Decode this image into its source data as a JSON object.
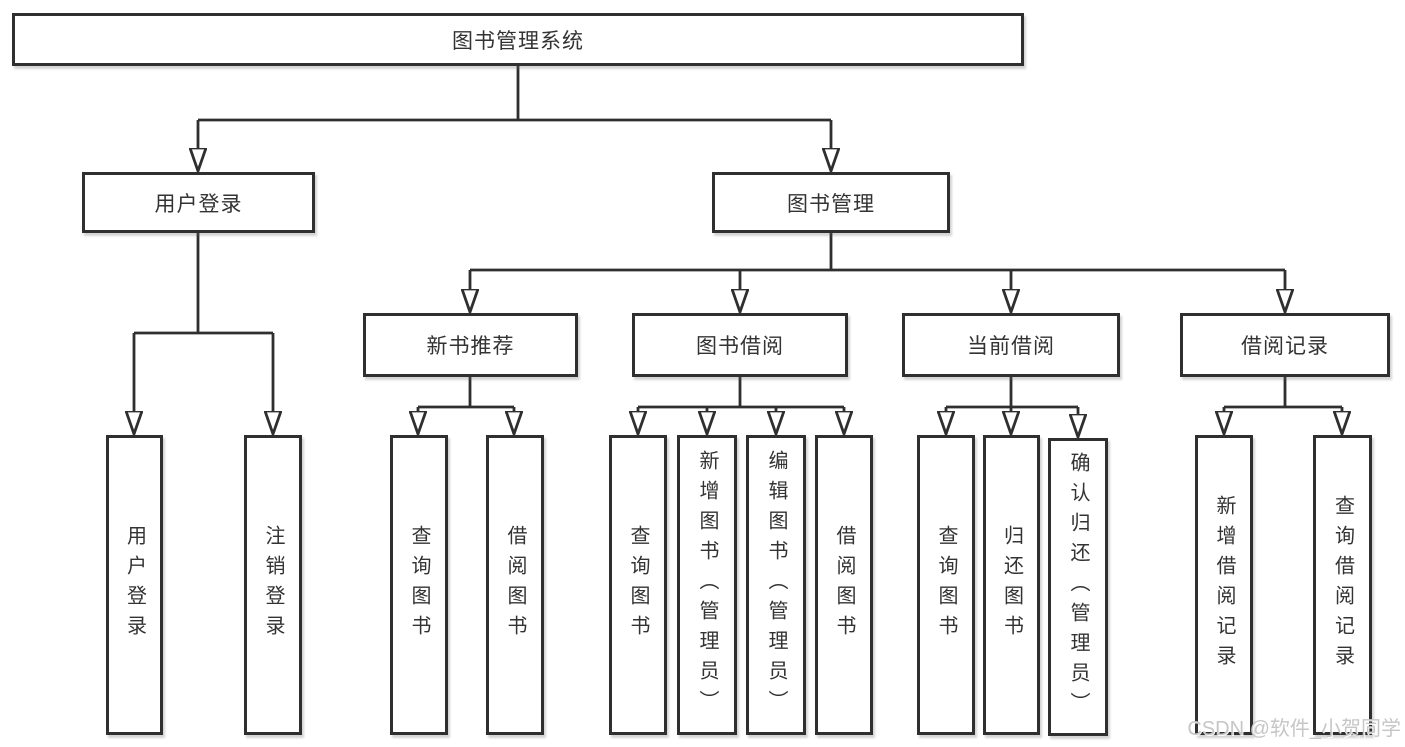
{
  "diagram": {
    "kind": "functional-hierarchy-tree",
    "title": "图书管理系统",
    "line_color": "#2f2f2f",
    "text_color": "#333333",
    "background": "#ffffff",
    "nodes": {
      "root": {
        "label": "图书管理系统",
        "level": 0,
        "parent": null
      },
      "user_login": {
        "label": "用户登录",
        "level": 1,
        "parent": "root"
      },
      "book_mgmt": {
        "label": "图书管理",
        "level": 1,
        "parent": "root"
      },
      "ul_login": {
        "label": "用户登录",
        "level": 2,
        "parent": "user_login"
      },
      "ul_logout": {
        "label": "注销登录",
        "level": 2,
        "parent": "user_login"
      },
      "new_book_rec": {
        "label": "新书推荐",
        "level": 2,
        "parent": "book_mgmt"
      },
      "book_borrow": {
        "label": "图书借阅",
        "level": 2,
        "parent": "book_mgmt"
      },
      "current_borrow": {
        "label": "当前借阅",
        "level": 2,
        "parent": "book_mgmt"
      },
      "borrow_record": {
        "label": "借阅记录",
        "level": 2,
        "parent": "book_mgmt"
      },
      "nb_query": {
        "label": "查询图书",
        "level": 3,
        "parent": "new_book_rec"
      },
      "nb_borrow": {
        "label": "借阅图书",
        "level": 3,
        "parent": "new_book_rec"
      },
      "bb_query": {
        "label": "查询图书",
        "level": 3,
        "parent": "book_borrow"
      },
      "bb_add": {
        "label": "新增图书（管理员）",
        "level": 3,
        "parent": "book_borrow"
      },
      "bb_edit": {
        "label": "编辑图书（管理员）",
        "level": 3,
        "parent": "book_borrow"
      },
      "bb_borrow": {
        "label": "借阅图书",
        "level": 3,
        "parent": "book_borrow"
      },
      "cb_query": {
        "label": "查询图书",
        "level": 3,
        "parent": "current_borrow"
      },
      "cb_return": {
        "label": "归还图书",
        "level": 3,
        "parent": "current_borrow"
      },
      "cb_confirm": {
        "label": "确认归还（管理员）",
        "level": 3,
        "parent": "current_borrow"
      },
      "br_add": {
        "label": "新增借阅记录",
        "level": 3,
        "parent": "borrow_record"
      },
      "br_query": {
        "label": "查询借阅记录",
        "level": 3,
        "parent": "borrow_record"
      }
    }
  },
  "watermark": {
    "text": "CSDN @软件_小贺同学",
    "color": "#c6c6c6"
  }
}
